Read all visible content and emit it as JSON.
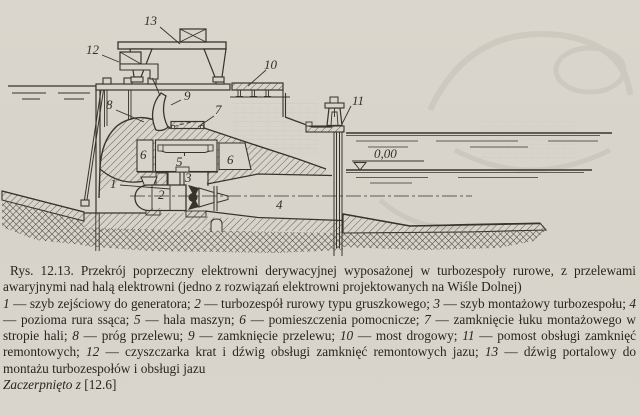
{
  "figure": {
    "callouts": {
      "c1": "1",
      "c2": "2",
      "c3": "3",
      "c4": "4",
      "c5": "5",
      "c6a": "6",
      "c6b": "6",
      "c7": "7",
      "c8": "8",
      "c9": "9",
      "c10": "10",
      "c11": "11",
      "c12": "12",
      "c13": "13"
    },
    "water_level_label": "0,00"
  },
  "caption": {
    "title": "Rys. 12.13. Przekrój poprzeczny elektrowni derywacyjnej wyposażonej w turbozespoły rurowe, z przelewami awaryjnymi nad halą elektrowni (jedno z rozwiązań elektrowni projektowanych na Wiśle Dolnej)",
    "legend": [
      {
        "num": "1",
        "text": "szyb zejściowy do generatora"
      },
      {
        "num": "2",
        "text": "turbozespół rurowy typu gruszkowego"
      },
      {
        "num": "3",
        "text": "szyb montażowy turbozespołu"
      },
      {
        "num": "4",
        "text": "pozioma rura ssąca"
      },
      {
        "num": "5",
        "text": "hala maszyn"
      },
      {
        "num": "6",
        "text": "pomieszczenia pomocnicze"
      },
      {
        "num": "7",
        "text": "zamknięcie łuku montażowego w stropie hali"
      },
      {
        "num": "8",
        "text": "próg przelewu"
      },
      {
        "num": "9",
        "text": "zamknięcie przelewu"
      },
      {
        "num": "10",
        "text": "most drogowy"
      },
      {
        "num": "11",
        "text": "pomost obsługi zamknięć remontowych"
      },
      {
        "num": "12",
        "text": "czyszczarka krat i dźwig obsługi zamknięć remontowych jazu"
      },
      {
        "num": "13",
        "text": "dźwig portalowy do montażu turbozespołów i obsługi jazu"
      }
    ],
    "source_italic": "Zaczerpnięto z",
    "source_ref": "[12.6]"
  },
  "colors": {
    "paper": "#d8d4cb",
    "ink": "#37342c"
  }
}
